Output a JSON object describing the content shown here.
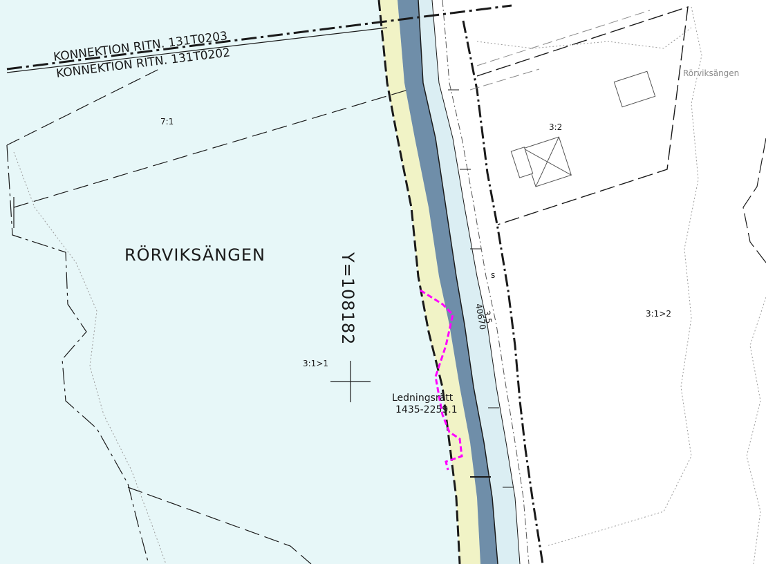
{
  "map": {
    "colors": {
      "parcel_fill": "#e7f7f8",
      "road_yellow": "#f1f3c6",
      "road_blue": "#6f8ea9",
      "road_lightblue": "#dbeef3",
      "highlight": "#ff00ff",
      "line": "#1a1a1a",
      "dotted": "#9a9a9a"
    },
    "labels": {
      "connection_top": "KONNEKTION RITN. 131T0203",
      "connection_bottom": "KONNEKTION RITN. 131T0202",
      "area_name": "RÖRVIKSÄNGEN",
      "area_name_small": "Rörviksängen",
      "coordinate": "Y=108182",
      "parcel_7_1": "7:1",
      "parcel_3_2": "3:2",
      "parcel_3_1_1": "3:1>1",
      "parcel_3_1_2": "3:1>2",
      "easement_title": "Ledningsrätt",
      "easement_id": "1435-2259.1",
      "road_code": "40670",
      "road_width": "3,5",
      "small_s": "s"
    }
  }
}
